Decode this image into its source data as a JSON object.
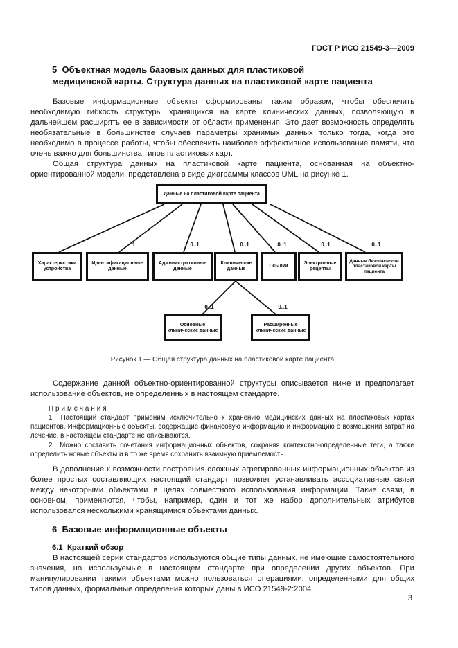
{
  "document": {
    "header": "ГОСТ Р ИСО 21549-3—2009",
    "page_number": "3"
  },
  "section_5": {
    "heading_line1": "5  Объектная модель базовых данных для пластиковой",
    "heading_line2": "медицинской карты. Структура данных на пластиковой карте пациента",
    "paragraph_1": "Базовые информационные объекты сформированы таким образом, чтобы обеспечить необходимую гибкость структуры хранящихся на карте клинических данных, позволяющую в дальнейшем расширять ее в зависимости от области применения. Это дает возможность определять необязательные в большинстве случаев параметры хранимых данных только тогда, когда это необходимо в процессе работы, чтобы обеспечить наиболее эффективное использование памяти, что очень важно для большинства типов пластиковых карт.",
    "paragraph_2": "Общая структура данных на пластиковой карте пациента, основанная на объектно-ориентированной модели, представлена в виде диаграммы классов UML на рисунке 1.",
    "paragraph_3": "Содержание данной объектно-ориентированной структуры описывается ниже и предполагает использование объектов, не определенных в настоящем стандарте.",
    "notes_heading": "Примечания",
    "note_1": "1  Настоящий стандарт применим исключительно к хранению медицинских данных на пластиковых картах пациентов. Информационные объекты, содержащие финансовую информацию и информацию о возмещении затрат на лечение, в настоящем стандарте не описываются.",
    "note_2": "2  Можно составить сочетания информационных объектов, сохраняя контекстно-определенные теги, а также определить новые объекты и в то же время сохранить взаимную приемлемость.",
    "paragraph_4": "В дополнение к возможности построения сложных агрегированных информационных объектов из более простых составляющих настоящий стандарт позволяет устанавливать ассоциативные связи между некоторыми объектами в целях совместного использования информации. Такие связи, в основном, применяются, чтобы, например, один и тот же набор дополнительных атрибутов использовался несколькими хранящимися объектами данных."
  },
  "figure_1": {
    "root_label": "Данные на пластиковой карте пациента",
    "level2": [
      {
        "label": "Характеристики устройства"
      },
      {
        "label": "Идентификационные данные",
        "multiplicity": "1"
      },
      {
        "label": "Административные данные",
        "multiplicity": "0..1"
      },
      {
        "label": "Клинические данные",
        "multiplicity": "0..1"
      },
      {
        "label": "Ссылки",
        "multiplicity": "0..1"
      },
      {
        "label": "Электронные рецепты",
        "multiplicity": "0..1"
      },
      {
        "label": "Данные безопасности пластиковой карты пациента",
        "multiplicity": "0..1"
      }
    ],
    "level3": [
      {
        "label": "Основные клинические данные",
        "multiplicity": "0..1"
      },
      {
        "label": "Расширенные клинические данные",
        "multiplicity": "0..1"
      }
    ],
    "caption": "Рисунок 1 — Общая структура данных на пластиковой карте пациента"
  },
  "section_6": {
    "heading": "6  Базовые информационные объекты",
    "subsection_heading": "6.1  Краткий обзор",
    "paragraph_1": "В настоящей серии стандартов используются общие типы данных, не имеющие самостоятельного значения, но используемые в настоящем стандарте при определении других объектов. При манипулировании такими объектами можно пользоваться операциями, определенными для общих типов данных, формальные определения которых даны в ИСО 21549-2:2004."
  }
}
